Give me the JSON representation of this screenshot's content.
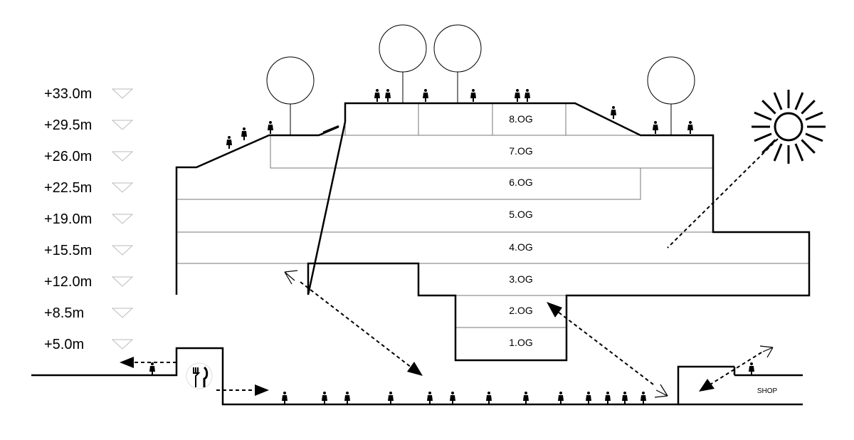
{
  "levels": [
    "+33.0m",
    "+29.5m",
    "+26.0m",
    "+22.5m",
    "+19.0m",
    "+15.5m",
    "+12.0m",
    "+8.5m",
    "+5.0m"
  ],
  "floors": [
    "8.OG",
    "7.OG",
    "6.OG",
    "5.OG",
    "4.OG",
    "3.OG",
    "2.OG",
    "1.OG"
  ],
  "shop_label": "SHOP",
  "icons": {
    "sun": "sun-icon",
    "tree": "tree-icon",
    "person": "person-icon",
    "restaurant": "fork-knife-icon",
    "eye": "viewpoint-eye-icon"
  }
}
